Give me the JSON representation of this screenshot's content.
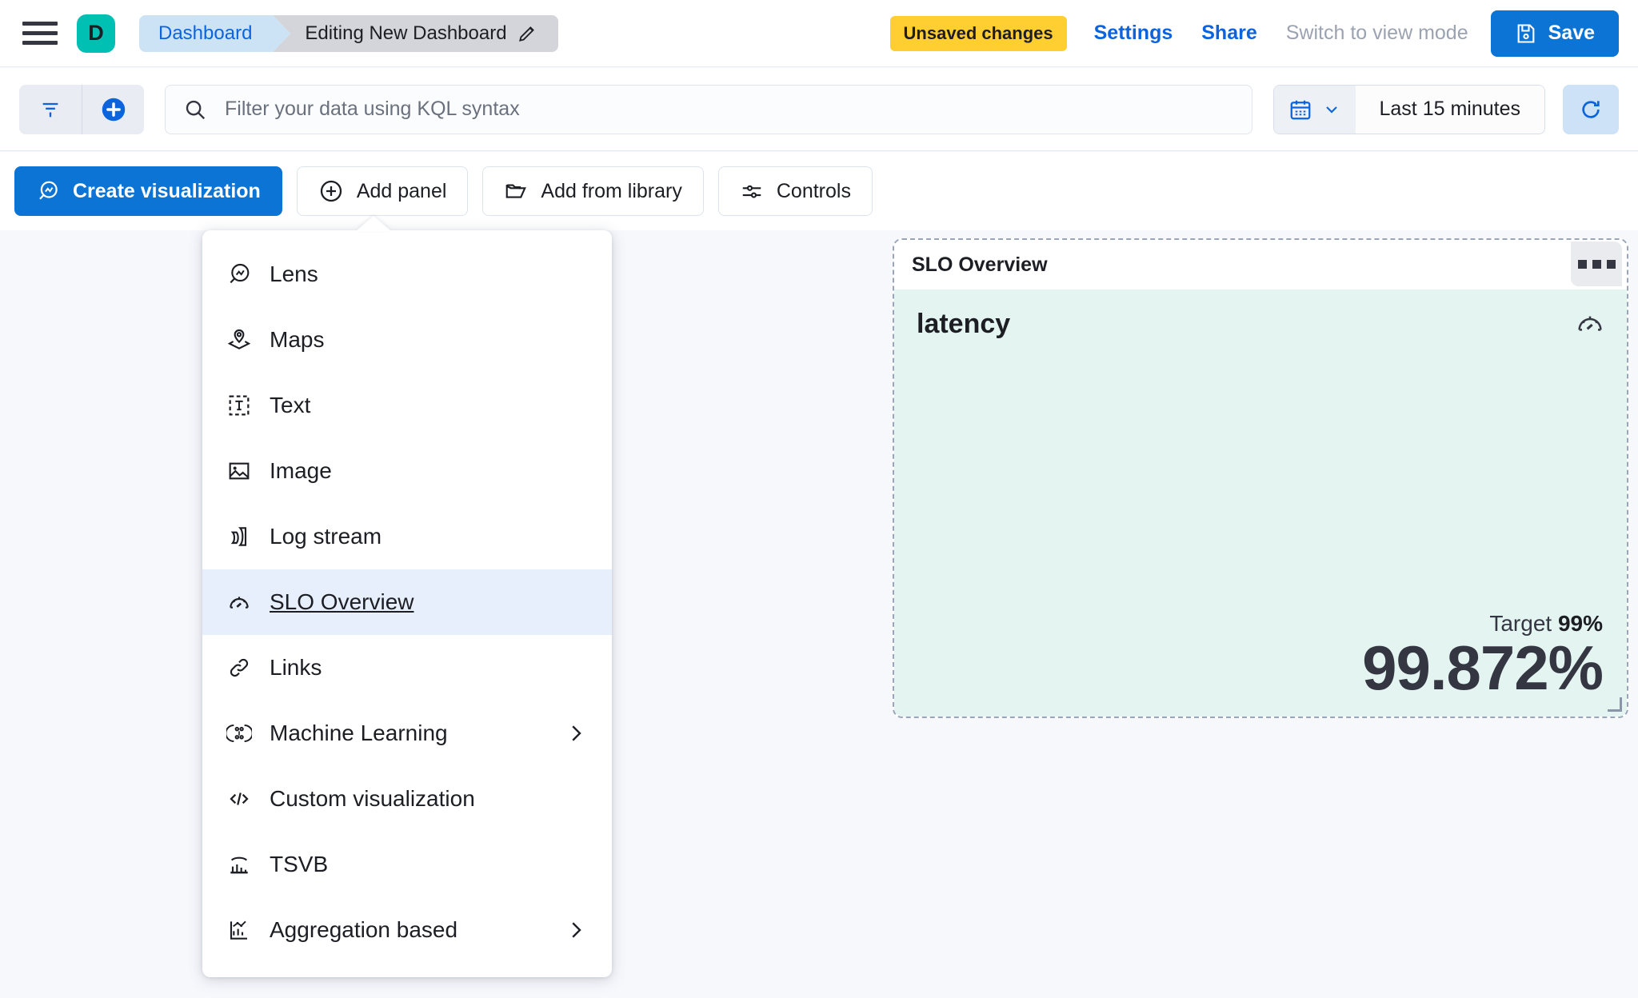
{
  "header": {
    "menu_icon": "hamburger-menu-icon",
    "avatar_letter": "D",
    "breadcrumb": {
      "parent": "Dashboard",
      "current": "Editing New Dashboard",
      "edit_icon": "pencil-icon"
    },
    "unsaved_badge": "Unsaved changes",
    "links": [
      {
        "label": "Settings",
        "muted": false
      },
      {
        "label": "Share",
        "muted": false
      },
      {
        "label": "Switch to view mode",
        "muted": true
      }
    ],
    "save_label": "Save",
    "save_icon": "save-disk-icon",
    "accent_blue": "#0B74D4",
    "badge_yellow": "#FFCE31",
    "avatar_teal": "#00BFB3"
  },
  "querybar": {
    "filter_icon": "filter-icon",
    "add_filter_icon": "plus-circle-icon",
    "search_icon": "search-icon",
    "placeholder": "Filter your data using KQL syntax",
    "value": "",
    "calendar_icon": "calendar-icon",
    "chevron_icon": "chevron-down-icon",
    "time_range": "Last 15 minutes",
    "refresh_icon": "refresh-icon"
  },
  "toolbar": {
    "buttons": [
      {
        "label": "Create visualization",
        "icon": "lens-icon",
        "primary": true
      },
      {
        "label": "Add panel",
        "icon": "plus-circle-icon",
        "primary": false
      },
      {
        "label": "Add from library",
        "icon": "folder-icon",
        "primary": false
      },
      {
        "label": "Controls",
        "icon": "sliders-icon",
        "primary": false
      }
    ]
  },
  "add_panel_menu": {
    "items": [
      {
        "label": "Lens",
        "icon": "lens-icon",
        "selected": false,
        "submenu": false
      },
      {
        "label": "Maps",
        "icon": "map-pin-layers-icon",
        "selected": false,
        "submenu": false
      },
      {
        "label": "Text",
        "icon": "text-box-icon",
        "selected": false,
        "submenu": false
      },
      {
        "label": "Image",
        "icon": "image-icon",
        "selected": false,
        "submenu": false
      },
      {
        "label": "Log stream",
        "icon": "log-stream-icon",
        "selected": false,
        "submenu": false
      },
      {
        "label": "SLO Overview",
        "icon": "gauge-icon",
        "selected": true,
        "submenu": false
      },
      {
        "label": "Links",
        "icon": "link-icon",
        "selected": false,
        "submenu": false
      },
      {
        "label": "Machine Learning",
        "icon": "machine-learning-icon",
        "selected": false,
        "submenu": true
      },
      {
        "label": "Custom visualization",
        "icon": "code-icon",
        "selected": false,
        "submenu": false
      },
      {
        "label": "TSVB",
        "icon": "tsvb-chart-icon",
        "selected": false,
        "submenu": false
      },
      {
        "label": "Aggregation based",
        "icon": "aggregation-chart-icon",
        "selected": false,
        "submenu": true
      }
    ],
    "highlight_color": "#E6EFFB"
  },
  "slo_panel": {
    "title": "SLO Overview",
    "menu_icon": "panel-context-menu-icon",
    "slo_name": "latency",
    "gauge_icon": "gauge-icon",
    "target_label": "Target",
    "target_value": "99%",
    "sli_value": "99.872%",
    "body_color": "#E3F4F1",
    "resize_handle": "resize-handle-icon"
  }
}
